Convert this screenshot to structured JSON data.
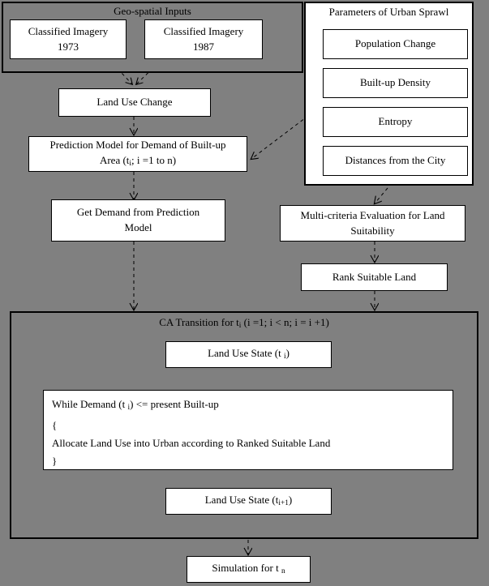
{
  "diagram": {
    "title": "Urban Sprawl Cellular Automata Simulation Flowchart",
    "background_color": "#808080",
    "box_fill": "#ffffff",
    "line_color": "#000000"
  },
  "geo_panel": {
    "caption": "Geo-spatial Inputs",
    "boxes": [
      {
        "line1": "Classified Imagery",
        "line2": "1973"
      },
      {
        "line1": "Classified Imagery",
        "line2": "1987"
      }
    ]
  },
  "sprawl_panel": {
    "caption": "Parameters of Urban Sprawl",
    "boxes": [
      {
        "label": "Population Change"
      },
      {
        "label": "Built-up Density"
      },
      {
        "label": "Entropy"
      },
      {
        "label": "Distances from the City"
      }
    ]
  },
  "left_flow": {
    "land_use_change": "Land Use Change",
    "prediction_model_line1": "Prediction Model for Demand of Built-up",
    "prediction_model_line2_pre": "Area  (t",
    "prediction_model_line2_sub": "i",
    "prediction_model_line2_post": "; i =1 to n)",
    "get_demand_line1": "Get Demand from Prediction",
    "get_demand_line2": "Model"
  },
  "right_flow": {
    "multi_criteria_line1": "Multi-criteria Evaluation for Land",
    "multi_criteria_line2": "Suitability",
    "rank_suitable_land": "Rank Suitable Land"
  },
  "ca_transition": {
    "caption_pre": "CA Transition for t",
    "caption_sub": "i",
    "caption_post": " (i =1; i < n; i = i +1)",
    "state_ti_pre": "Land Use State (t ",
    "state_ti_sub": "i",
    "state_ti_post": ")",
    "state_ti1_pre": "Land Use State (t",
    "state_ti1_sub": "i+1",
    "state_ti1_post": ")",
    "while_block": {
      "line1_pre": "While Demand (t ",
      "line1_sub": "i",
      "line1_post": ") <= present Built-up",
      "line2": "{",
      "line3": " Allocate Land Use into Urban according to Ranked Suitable Land",
      "line4": "}"
    }
  },
  "output": {
    "simulation_pre": "Simulation for t ",
    "simulation_sub": "n",
    "simulation_post": ""
  }
}
